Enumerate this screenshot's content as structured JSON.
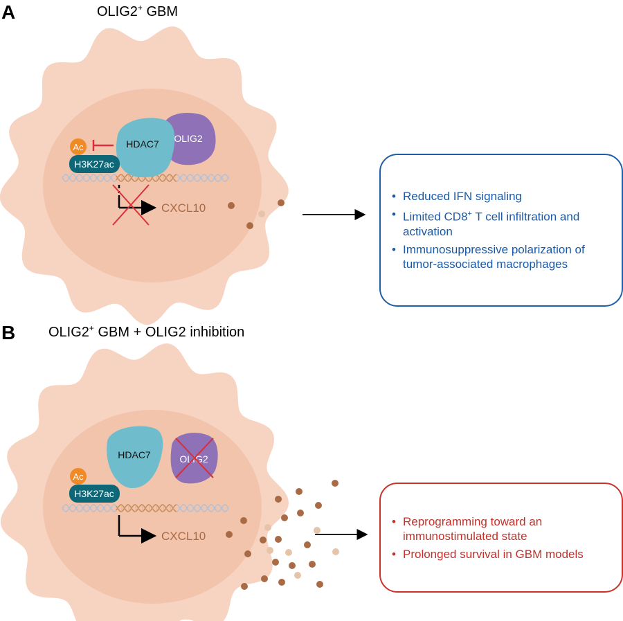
{
  "panel_a": {
    "letter": "A",
    "title": "OLIG2",
    "title_sup": "+",
    "title_rest": " GBM",
    "ac": "Ac",
    "h3k27ac": "H3K27ac",
    "hdac7": "HDAC7",
    "olig2": "OLIG2",
    "gene": "CXCL10",
    "bullets": [
      [
        "Reduced IFN signaling"
      ],
      [
        "Limited CD8",
        "+",
        " T cell infiltration and activation"
      ],
      [
        "Immunosuppressive polarization of tumor-associated macrophages"
      ]
    ]
  },
  "panel_b": {
    "letter": "B",
    "title": "OLIG2",
    "title_sup": "+",
    "title_rest": " GBM + OLIG2 inhibition",
    "ac": "Ac",
    "h3k27ac": "H3K27ac",
    "hdac7": "HDAC7",
    "olig2": "OLIG2",
    "gene": "CXCL10",
    "bullets": [
      [
        "Reprogramming toward an immunostimulated state"
      ],
      [
        "Prolonged survival in GBM models"
      ]
    ]
  },
  "colors": {
    "cell_body": "#f7d3c2",
    "nucleus": "#f3c4ac",
    "hdac7": "#6fbccd",
    "olig2": "#8e71b6",
    "acetyl": "#ef8a25",
    "h3k27ac": "#0e6777",
    "dna_active": "#c98d5c",
    "dna_inactive": "#b9bece",
    "cytokine_dark": "#a86b45",
    "cytokine_light": "#e6c4aa",
    "inhibit": "#d8303a",
    "box_a": "#1f5fa8",
    "box_b": "#c9332c"
  },
  "icons": [
    "cell-icon",
    "nucleus-icon",
    "dna-helix-icon",
    "promoter-arrow-icon",
    "inhibition-bar-icon",
    "cross-out-icon",
    "cytokine-dot-icon",
    "arrow-right-icon"
  ]
}
